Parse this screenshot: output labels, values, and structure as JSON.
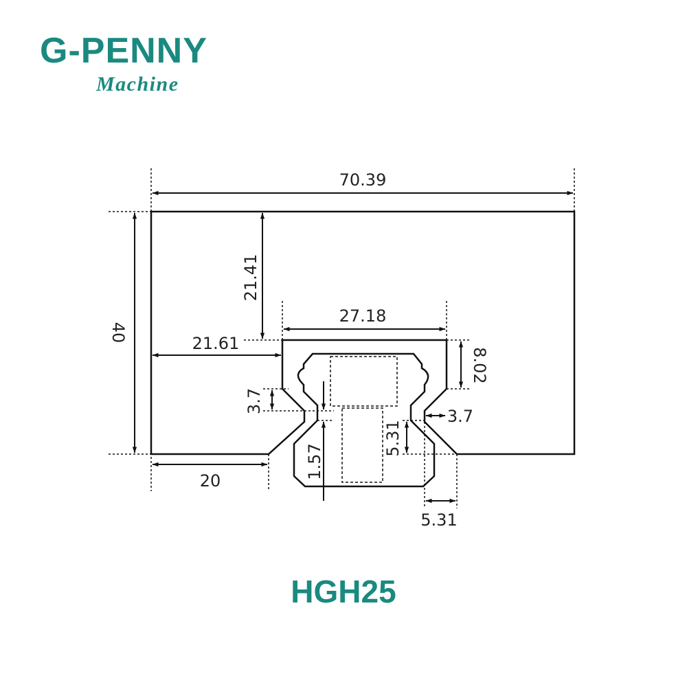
{
  "brand": {
    "name": "G-PENNY",
    "tagline": "Machine",
    "color": "#1a8a80"
  },
  "model": "HGH25",
  "dimensions": {
    "overall_width": "70.39",
    "overall_height": "40",
    "top_to_rail": "21.41",
    "left_to_rail": "21.61",
    "rail_width": "27.18",
    "rail_top_depth": "8.02",
    "neck_left": "3.7",
    "neck_right": "3.7",
    "bottom_left": "20",
    "neck_offset": "1.57",
    "lower_depth": "5.31",
    "lower_width": "5.31"
  }
}
